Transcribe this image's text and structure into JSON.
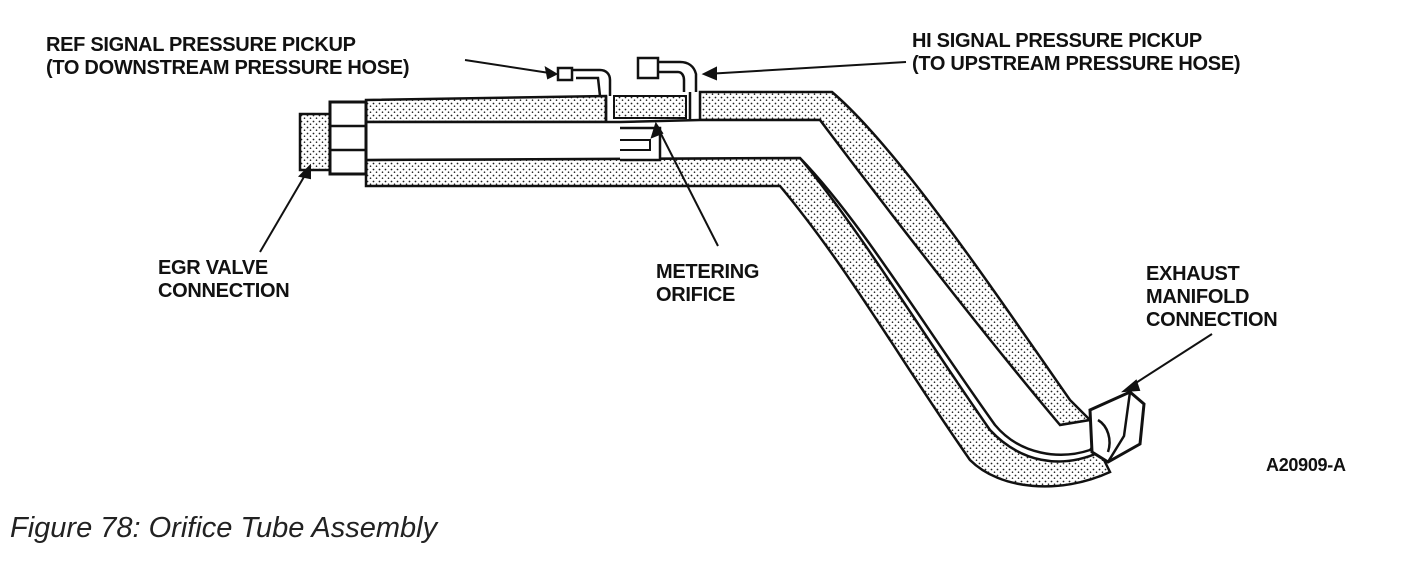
{
  "labels": {
    "ref_pickup": [
      "REF SIGNAL PRESSURE PICKUP",
      "(TO DOWNSTREAM PRESSURE HOSE)"
    ],
    "hi_pickup": [
      "HI SIGNAL PRESSURE PICKUP",
      "(TO UPSTREAM PRESSURE HOSE)"
    ],
    "egr": [
      "EGR VALVE",
      "CONNECTION"
    ],
    "metering": [
      "METERING",
      "ORIFICE"
    ],
    "exhaust": [
      "EXHAUST",
      "MANIFOLD",
      "CONNECTION"
    ],
    "part_number": "A20909-A"
  },
  "caption": "Figure 78: Orifice Tube Assembly"
}
